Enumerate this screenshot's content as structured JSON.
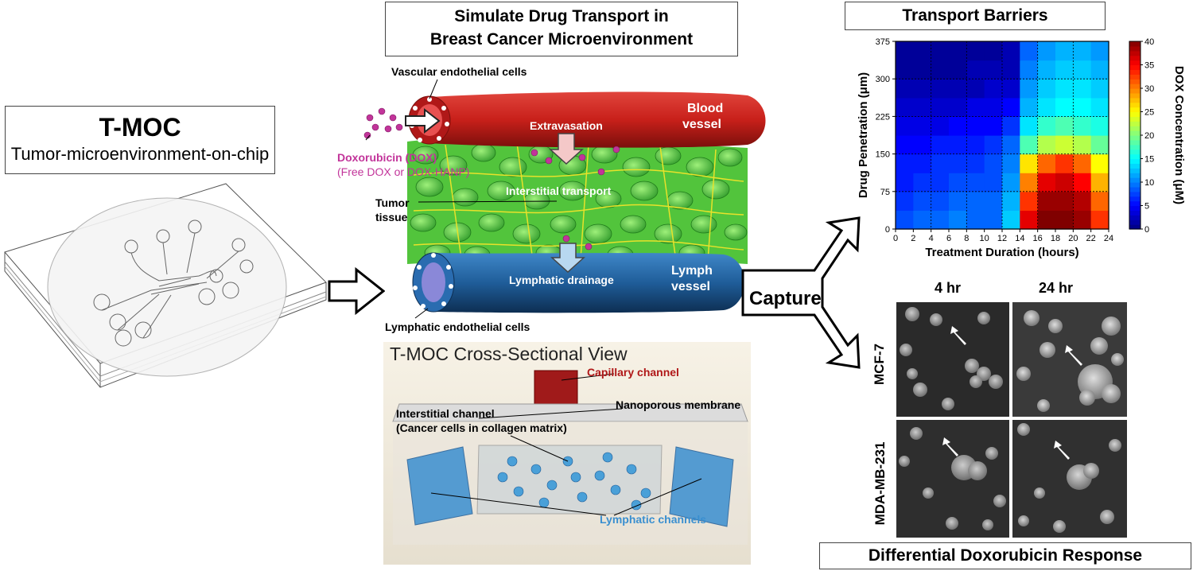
{
  "tmoc": {
    "title": "T-MOC",
    "subtitle": "Tumor-microenvironment-on-chip"
  },
  "middle": {
    "title_line1": "Simulate Drug Transport in",
    "title_line2": "Breast Cancer Microenvironment",
    "labels": {
      "vascular_endothelial": "Vascular endothelial cells",
      "blood_vessel_1": "Blood",
      "blood_vessel_2": "vessel",
      "extravasation": "Extravasation",
      "dox": "Doxorubicin (DOX)",
      "dox_sub": "(Free DOX or DOX-HANP)",
      "interstitial_transport": "Interstitial transport",
      "tumor_tissue_1": "Tumor",
      "tumor_tissue_2": "tissue",
      "lymphatic_drainage": "Lymphatic drainage",
      "lymph_vessel_1": "Lymph",
      "lymph_vessel_2": "vessel",
      "lymphatic_endothelial": "Lymphatic endothelial cells"
    },
    "cross_section": {
      "title": "T-MOC Cross-Sectional View",
      "capillary": "Capillary channel",
      "nanoporous": "Nanoporous membrane",
      "interstitial_1": "Interstitial channel",
      "interstitial_2": "(Cancer cells in collagen matrix)",
      "lymphatic": "Lymphatic channels"
    }
  },
  "capture": "Capture",
  "right": {
    "barriers_title": "Transport Barriers",
    "response_title": "Differential Doxorubicin Response",
    "times": [
      "4 hr",
      "24 hr"
    ],
    "cell_lines": [
      "MCF-7",
      "MDA-MB-231"
    ]
  },
  "chart_data": {
    "type": "heatmap",
    "xlabel": "Treatment Duration (hours)",
    "ylabel": "Drug Penetration (μm)",
    "colorbar_label": "DOX Concentration (μM)",
    "x_ticks": [
      "0",
      "2",
      "4",
      "6",
      "8",
      "10",
      "12",
      "14",
      "16",
      "18",
      "20",
      "22",
      "24"
    ],
    "y_ticks": [
      "0",
      "75",
      "150",
      "225",
      "300",
      "375"
    ],
    "colorbar_ticks": [
      "0",
      "5",
      "10",
      "15",
      "20",
      "25",
      "30",
      "35",
      "40"
    ],
    "xlim": [
      0,
      24
    ],
    "ylim": [
      0,
      375
    ],
    "clim": [
      0,
      40
    ],
    "colormap": "jet",
    "grid": true,
    "columns_x": [
      1,
      3,
      5,
      7,
      9,
      11,
      13,
      15,
      17,
      19,
      21,
      23
    ],
    "rows_y": [
      18.75,
      56.25,
      93.75,
      131.25,
      168.75,
      206.25,
      243.75,
      281.25,
      318.75,
      356.25
    ],
    "values": [
      [
        8,
        9,
        9,
        10,
        9,
        9,
        13,
        36,
        40,
        40,
        39,
        33
      ],
      [
        7,
        8,
        8,
        9,
        9,
        9,
        12,
        33,
        39,
        39,
        38,
        31
      ],
      [
        6,
        7,
        7,
        8,
        8,
        8,
        11,
        30,
        36,
        37,
        35,
        28
      ],
      [
        6,
        6,
        7,
        7,
        7,
        8,
        10,
        26,
        31,
        33,
        31,
        25
      ],
      [
        5,
        5,
        6,
        6,
        6,
        7,
        9,
        18,
        22,
        23,
        22,
        19
      ],
      [
        4,
        4,
        4,
        5,
        5,
        5,
        7,
        14,
        17,
        18,
        17,
        16
      ],
      [
        3,
        3,
        3,
        3,
        4,
        4,
        5,
        12,
        14,
        15,
        15,
        14
      ],
      [
        2,
        2,
        2,
        2,
        2,
        3,
        3,
        11,
        13,
        14,
        14,
        13
      ],
      [
        1,
        1,
        1,
        1,
        2,
        2,
        2,
        10,
        12,
        13,
        13,
        12
      ],
      [
        1,
        1,
        1,
        1,
        1,
        1,
        2,
        9,
        11,
        12,
        12,
        11
      ]
    ]
  }
}
